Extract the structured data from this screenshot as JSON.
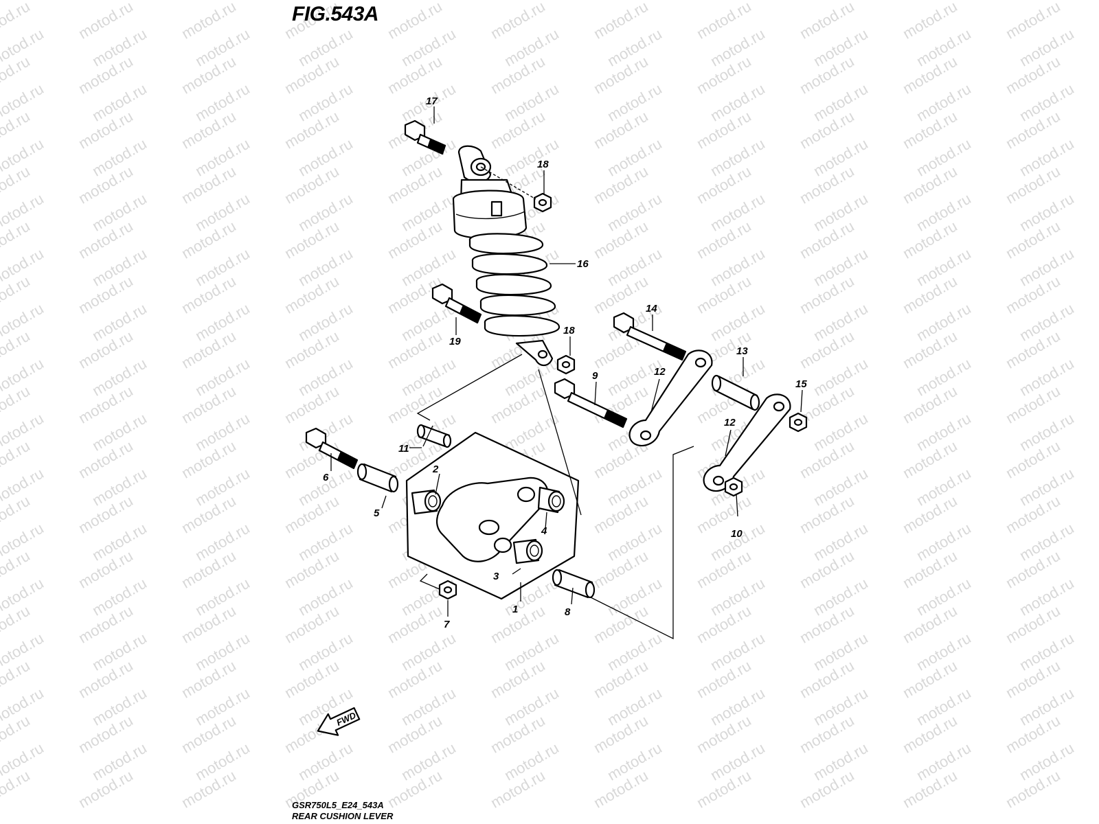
{
  "figure": {
    "title": "FIG.543A",
    "model_code": "GSR750L5_E24_543A",
    "caption": "REAR CUSHION LEVER"
  },
  "fwd_label": "FWD",
  "watermark": "motod.ru",
  "callouts": [
    {
      "id": "1",
      "label": "1"
    },
    {
      "id": "2",
      "label": "2"
    },
    {
      "id": "3",
      "label": "3"
    },
    {
      "id": "4",
      "label": "4"
    },
    {
      "id": "5",
      "label": "5"
    },
    {
      "id": "6",
      "label": "6"
    },
    {
      "id": "7",
      "label": "7"
    },
    {
      "id": "8",
      "label": "8"
    },
    {
      "id": "9",
      "label": "9"
    },
    {
      "id": "10",
      "label": "10"
    },
    {
      "id": "11",
      "label": "11"
    },
    {
      "id": "12a",
      "label": "12"
    },
    {
      "id": "12b",
      "label": "12"
    },
    {
      "id": "13",
      "label": "13"
    },
    {
      "id": "14",
      "label": "14"
    },
    {
      "id": "15",
      "label": "15"
    },
    {
      "id": "16",
      "label": "16"
    },
    {
      "id": "17",
      "label": "17"
    },
    {
      "id": "18a",
      "label": "18"
    },
    {
      "id": "18b",
      "label": "18"
    },
    {
      "id": "19",
      "label": "19"
    }
  ],
  "colors": {
    "line": "#000000",
    "background": "#ffffff",
    "watermark": "#d8d8d8"
  }
}
